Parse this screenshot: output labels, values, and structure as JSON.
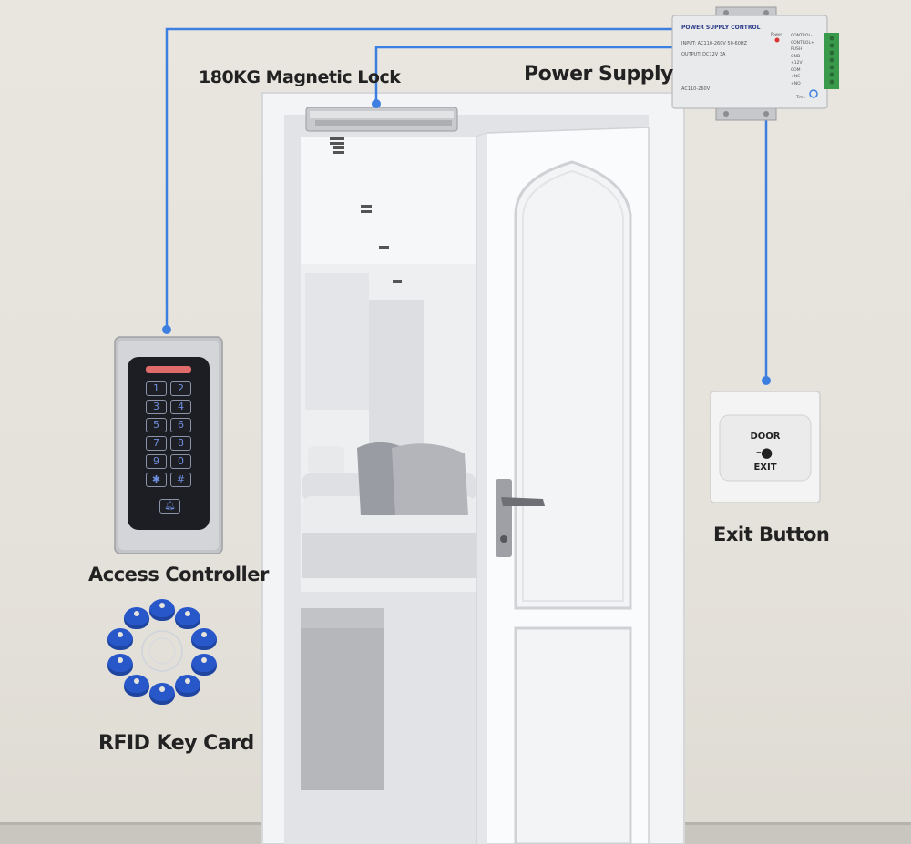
{
  "labels": {
    "magnetic_lock": "180KG Magnetic Lock",
    "power_supply": "Power Supply",
    "access_controller": "Access Controller",
    "exit_button": "Exit Button",
    "rfid_key_card": "RFID Key Card"
  },
  "power_supply_unit": {
    "title": "POWER SUPPLY CONTROL",
    "input": "INPUT: AC110-260V 50-60HZ",
    "output": "OUTPUT: DC12V  3A",
    "ac_label": "AC110-260V",
    "power_indicator": "Power",
    "time_label": "Time",
    "terminals": [
      "CONTROL-",
      "CONTROL+",
      "PUSH",
      "GND",
      "+12V",
      "COM",
      "+NC",
      "+NO"
    ]
  },
  "keypad": {
    "keys": [
      "1",
      "2",
      "3",
      "4",
      "5",
      "6",
      "7",
      "8",
      "9",
      "0",
      "✱",
      "#"
    ]
  },
  "exit_button_unit": {
    "line1": "DOOR",
    "line2": "EXIT"
  },
  "colors": {
    "wire": "#3d7fe0",
    "rfid_fob": "#2757c9",
    "keypad_digits": "#6f8ee0",
    "wall": "#e7e4dd"
  }
}
